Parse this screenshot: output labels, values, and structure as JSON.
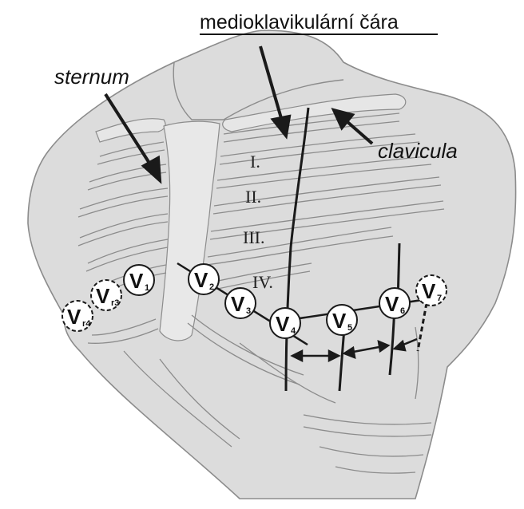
{
  "labels": {
    "title": "medioklavikulární čára",
    "sternum": "sternum",
    "clavicula": "clavicula"
  },
  "ribs": [
    "I.",
    "II.",
    "III.",
    "IV."
  ],
  "electrodes": [
    {
      "id": "v1",
      "base": "V",
      "sub": "1",
      "style": "solid"
    },
    {
      "id": "v2",
      "base": "V",
      "sub": "2",
      "style": "solid"
    },
    {
      "id": "v3",
      "base": "V",
      "sub": "3",
      "style": "solid"
    },
    {
      "id": "v4",
      "base": "V",
      "sub": "4",
      "style": "solid"
    },
    {
      "id": "v5",
      "base": "V",
      "sub": "5",
      "style": "solid"
    },
    {
      "id": "v6",
      "base": "V",
      "sub": "6",
      "style": "solid"
    },
    {
      "id": "v7",
      "base": "V",
      "sub": "7",
      "style": "dashed"
    },
    {
      "id": "vr3",
      "base": "V",
      "sub": "r3",
      "style": "dashed"
    },
    {
      "id": "vr4",
      "base": "V",
      "sub": "r4",
      "style": "dashed"
    }
  ],
  "colors": {
    "body": "#dcdcdc",
    "outline": "#9a9a9a",
    "line": "#1a1a1a"
  }
}
